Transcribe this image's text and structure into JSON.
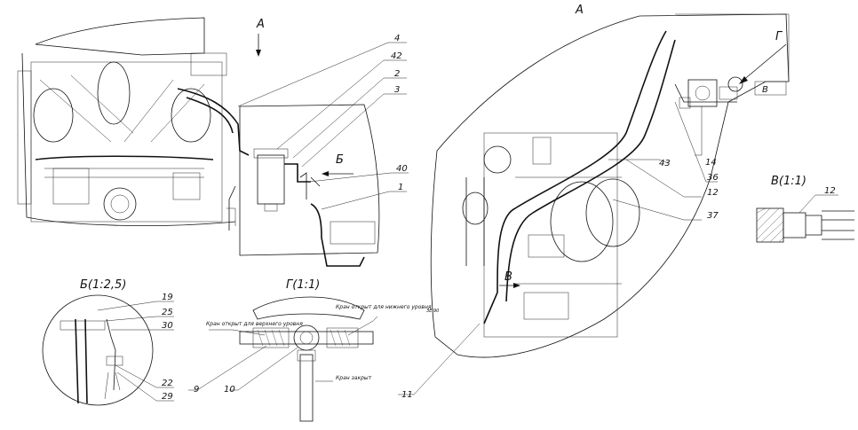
{
  "view_labels": {
    "view_a_arrow": "А",
    "view_a_title": "А",
    "section_b_arrow": "Б",
    "section_v_arrow": "В",
    "section_g_arrow": "Г",
    "detail_v_title": "В(1:1)",
    "detail_b_title": "Б(1:2,5)",
    "detail_g_title": "Г(1:1)"
  },
  "left_view_callouts": [
    "4",
    "42",
    "2",
    "3",
    "40",
    "1"
  ],
  "right_view_callouts": [
    "43",
    "14",
    "36",
    "12",
    "37",
    "11"
  ],
  "detail_v_callouts": [
    "12"
  ],
  "detail_b_callouts": [
    "19",
    "25",
    "30",
    "22",
    "29"
  ],
  "detail_g_callouts": [
    "9",
    "10"
  ],
  "detail_g_notes": {
    "open_upper": "Кран открыт для верхнего уровня",
    "open_lower": "Кран открыт для нижнего уровня",
    "closed": "Кран закрыт"
  },
  "small_marks": {
    "vent_mark": "В",
    "scale_note": "ЗЕ 90"
  }
}
